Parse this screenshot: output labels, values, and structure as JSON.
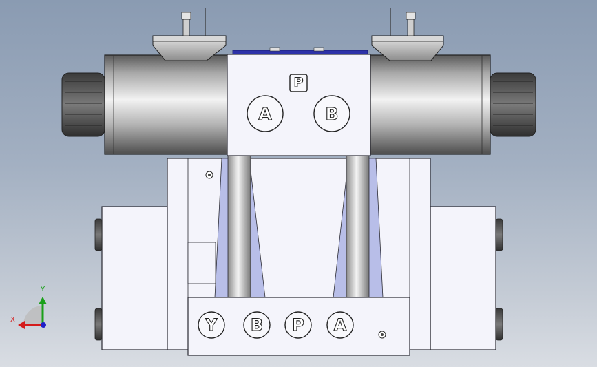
{
  "viewport": {
    "background_top": "#8a9bb2",
    "background_bottom": "#d9dde3"
  },
  "colors": {
    "part_face": "#f4f4fb",
    "part_edge": "#2a2a33",
    "metal_light": "#f0f0f0",
    "metal_dark": "#5c5c5c",
    "accent_blue": "#2d32a8"
  },
  "valve": {
    "pilot_ports": {
      "p": "P",
      "a": "A",
      "b": "B"
    },
    "base_ports": {
      "y": "Y",
      "b": "B",
      "p": "P",
      "a": "A"
    }
  },
  "triad": {
    "y_label": "Y",
    "x_label": "X",
    "y_color": "#1aa01a",
    "x_color": "#d41c1c",
    "z_color": "#2020c8"
  }
}
